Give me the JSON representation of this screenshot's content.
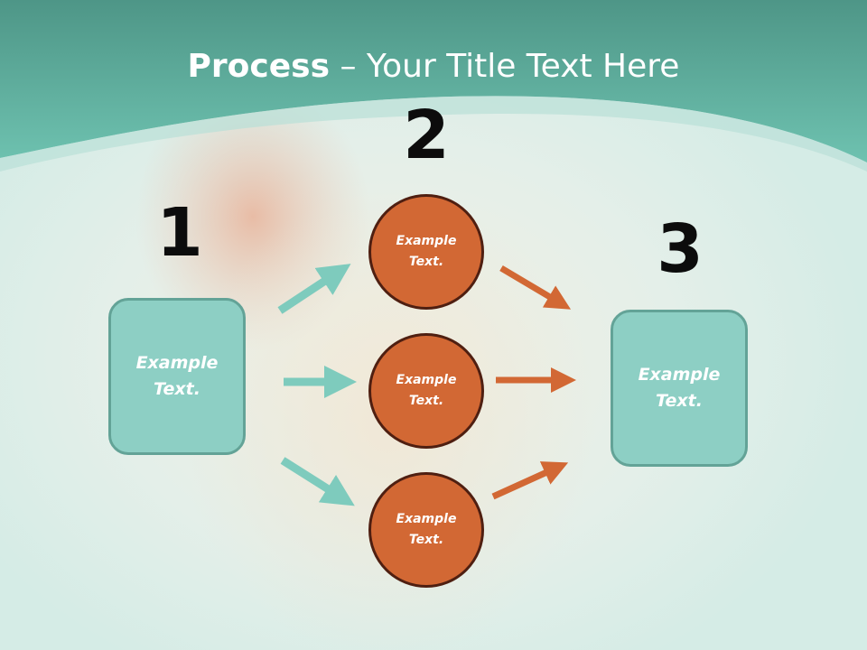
{
  "slide": {
    "title_bold": "Process",
    "title_rest": " – Your Title Text Here"
  },
  "steps": {
    "step1": {
      "number": "1",
      "box_text": "Example Text."
    },
    "step2": {
      "number": "2",
      "circles": [
        "Example Text.",
        "Example Text.",
        "Example Text."
      ]
    },
    "step3": {
      "number": "3",
      "box_text": "Example Text."
    }
  },
  "colors": {
    "header_teal": "#63bba9",
    "box_fill": "#8dcfc4",
    "box_border": "#63a397",
    "circle_fill": "#d26834",
    "circle_border": "#4f1f11",
    "arrow_teal": "#7ecbbd",
    "arrow_orange": "#d26834"
  }
}
